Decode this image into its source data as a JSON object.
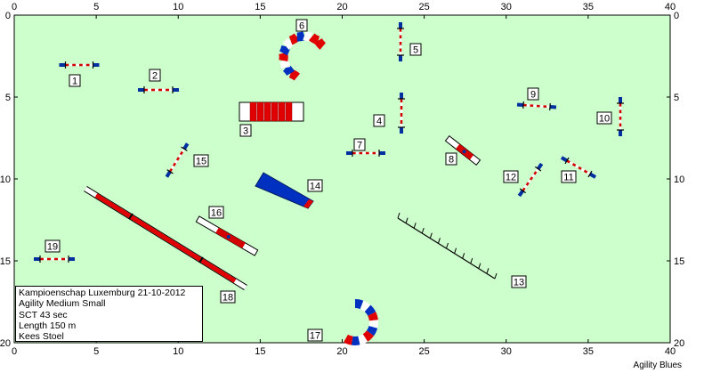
{
  "field": {
    "width_m": 40,
    "height_m": 20,
    "background": "#ccffcc",
    "top_ticks": [
      "0",
      "5",
      "10",
      "15",
      "20",
      "25",
      "30",
      "35",
      "40"
    ],
    "bottom_ticks": [
      "0",
      "5",
      "10",
      "15",
      "20",
      "25",
      "30",
      "35",
      "40"
    ],
    "left_ticks": [
      "0",
      "5",
      "10",
      "15",
      "20"
    ],
    "right_ticks": [
      "0",
      "5",
      "10",
      "15",
      "20"
    ]
  },
  "colors": {
    "pole": "#d40000",
    "pole_alt": "#ffffff",
    "wing": "#0030a0",
    "tunnel_red": "#e00000",
    "tunnel_blue": "#0030c0",
    "chute": "#0030c0",
    "dogwalk": "#e00000",
    "slalom": "#000000"
  },
  "obstacles": [
    {
      "number": "1",
      "type": "jump"
    },
    {
      "number": "2",
      "type": "jump"
    },
    {
      "number": "3",
      "type": "tunnel-straight"
    },
    {
      "number": "4",
      "type": "jump"
    },
    {
      "number": "5",
      "type": "jump"
    },
    {
      "number": "6",
      "type": "tunnel-curved"
    },
    {
      "number": "7",
      "type": "jump"
    },
    {
      "number": "8",
      "type": "tyre"
    },
    {
      "number": "9",
      "type": "jump"
    },
    {
      "number": "10",
      "type": "jump"
    },
    {
      "number": "11",
      "type": "jump"
    },
    {
      "number": "12",
      "type": "jump"
    },
    {
      "number": "13",
      "type": "slalom"
    },
    {
      "number": "14",
      "type": "chute"
    },
    {
      "number": "15",
      "type": "jump"
    },
    {
      "number": "16",
      "type": "tyre"
    },
    {
      "number": "17",
      "type": "tunnel-curved"
    },
    {
      "number": "18",
      "type": "dogwalk"
    },
    {
      "number": "19",
      "type": "jump"
    }
  ],
  "info": {
    "title": "Kampioenschap Luxemburg 21-10-2012",
    "class": "Agility Medium Small",
    "sct": "SCT 43 sec",
    "length": "Length 150 m",
    "judge": "Kees Stoel"
  },
  "footer": "Agility Blues"
}
